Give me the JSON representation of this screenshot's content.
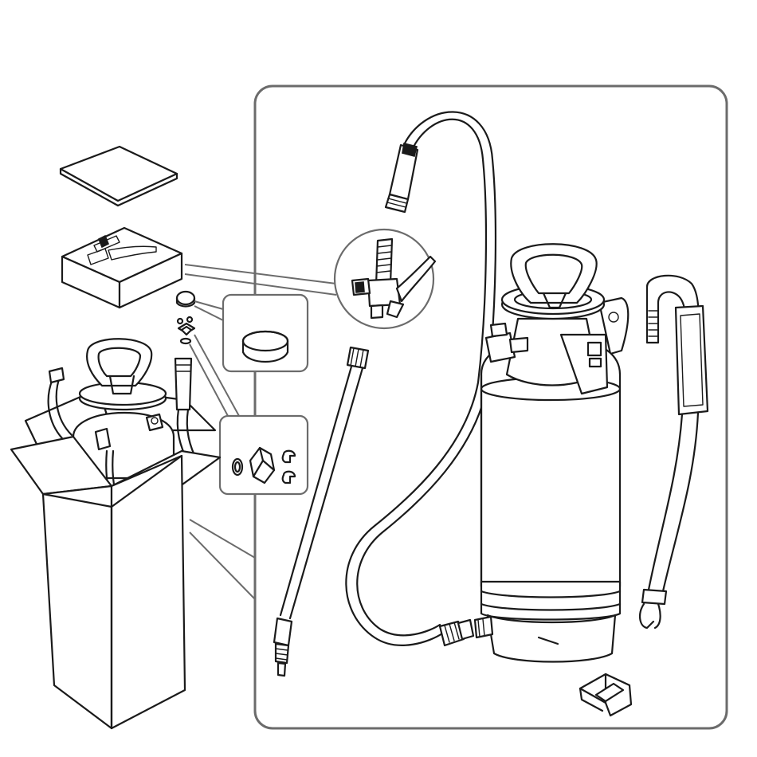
{
  "figure": {
    "kind": "parts-overview-illustration",
    "line_color": "#1a1a1a",
    "frame_color": "#6b6b6b",
    "background": "#ffffff",
    "parts": [
      "instruction-booklet",
      "nozzle-box",
      "cap",
      "small-parts",
      "packaging-box",
      "hose",
      "spray-valve",
      "lance",
      "sprayer-tank",
      "shoulder-strap",
      "clip"
    ]
  }
}
